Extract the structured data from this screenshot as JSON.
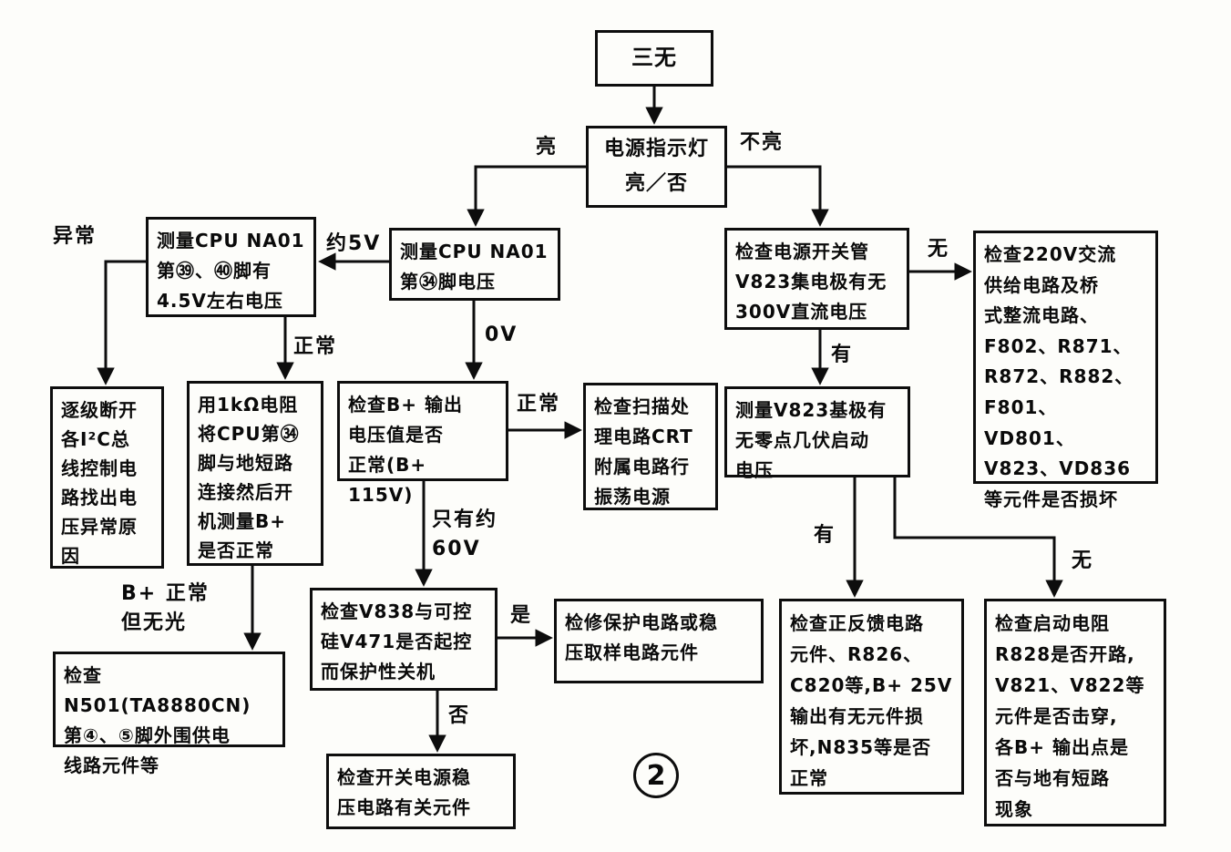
{
  "page": {
    "badge": "2"
  },
  "boxes": {
    "sanwu": {
      "text": "三无"
    },
    "indicator": {
      "text": "电源指示灯\n亮／否"
    },
    "cpu34": {
      "text": "测量CPU NA01\n第㉞脚电压"
    },
    "cpu3940": {
      "text": "测量CPU NA01\n第㊴、㊵脚有\n4.5V左右电压"
    },
    "check_switch": {
      "text": "检查电源开关管\nV823集电极有无\n300V直流电压"
    },
    "check_220v": {
      "text": "检查220V交流\n供给电路及桥\n式整流电路、\nF802、R871、\nR872、R882、\nF801、VD801、\nV823、VD836\n等元件是否损坏"
    },
    "i2c": {
      "text": "逐级断开\n各I²C总\n线控制电\n路找出电\n压异常原\n因"
    },
    "r1k": {
      "text": "用1kΩ电阻\n将CPU第㉞\n脚与地短路\n连接然后开\n机测量B+\n是否正常"
    },
    "bplus": {
      "text": "检查B+ 输出\n电压值是否\n正常(B+ 115V)"
    },
    "scan": {
      "text": "检查扫描处\n理电路CRT\n附属电路行\n振荡电源"
    },
    "v823base": {
      "text": "测量V823基极有\n无零点几伏启动\n电压"
    },
    "n501": {
      "text": "检查N501(TA8880CN)\n第④、⑤脚外围供电\n线路元件等"
    },
    "v838": {
      "text": "检查V838与可控\n硅V471是否起控\n而保护性关机"
    },
    "protect": {
      "text": "检修保护电路或稳\n压取样电路元件"
    },
    "feedback": {
      "text": "检查正反馈电路\n元件、R826、\nC820等,B+ 25V\n输出有无元件损\n坏,N835等是否\n正常"
    },
    "start_res": {
      "text": "检查启动电阻\nR828是否开路,\nV821、V822等\n元件是否击穿,\n各B+ 输出点是\n否与地有短路\n现象"
    },
    "switch_ps": {
      "text": "检查开关电源稳\n压电路有关元件"
    }
  },
  "labels": {
    "liang": {
      "text": "亮"
    },
    "buliang": {
      "text": "不亮"
    },
    "yue5v": {
      "text": "约5V"
    },
    "yichang": {
      "text": "异常"
    },
    "zhengchang1": {
      "text": "正常"
    },
    "ov": {
      "text": "0V"
    },
    "wu1": {
      "text": "无"
    },
    "you1": {
      "text": "有"
    },
    "zhengchang2": {
      "text": "正常"
    },
    "zhiyou60v": {
      "text": "只有约\n60V"
    },
    "you2": {
      "text": "有"
    },
    "wu2": {
      "text": "无"
    },
    "bplus_ok": {
      "text": "B+ 正常\n但无光"
    },
    "shi": {
      "text": "是"
    },
    "fou": {
      "text": "否"
    }
  }
}
